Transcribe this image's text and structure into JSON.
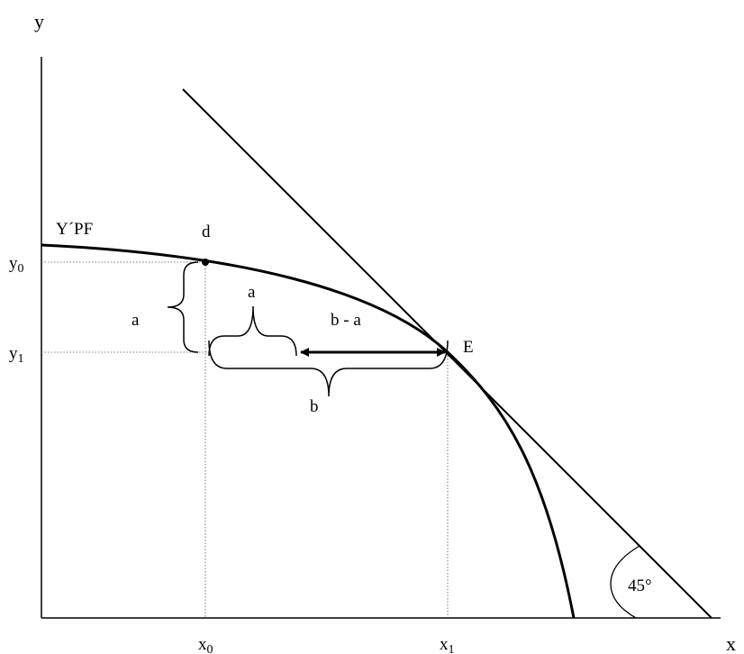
{
  "diagram": {
    "axes": {
      "y_label": "y",
      "x_label": "x"
    },
    "curve_label": "Y´PF",
    "points": {
      "d_label": "d",
      "e_label": "E"
    },
    "ticks": {
      "y0": {
        "base": "y",
        "sub": "0"
      },
      "y1": {
        "base": "y",
        "sub": "1"
      },
      "x0": {
        "base": "x",
        "sub": "0"
      },
      "x1": {
        "base": "x",
        "sub": "1"
      }
    },
    "brackets": {
      "vertical_a": "a",
      "horizontal_a": "a",
      "b": "b",
      "b_minus_a": "b - a"
    },
    "angle_label": "45°"
  }
}
